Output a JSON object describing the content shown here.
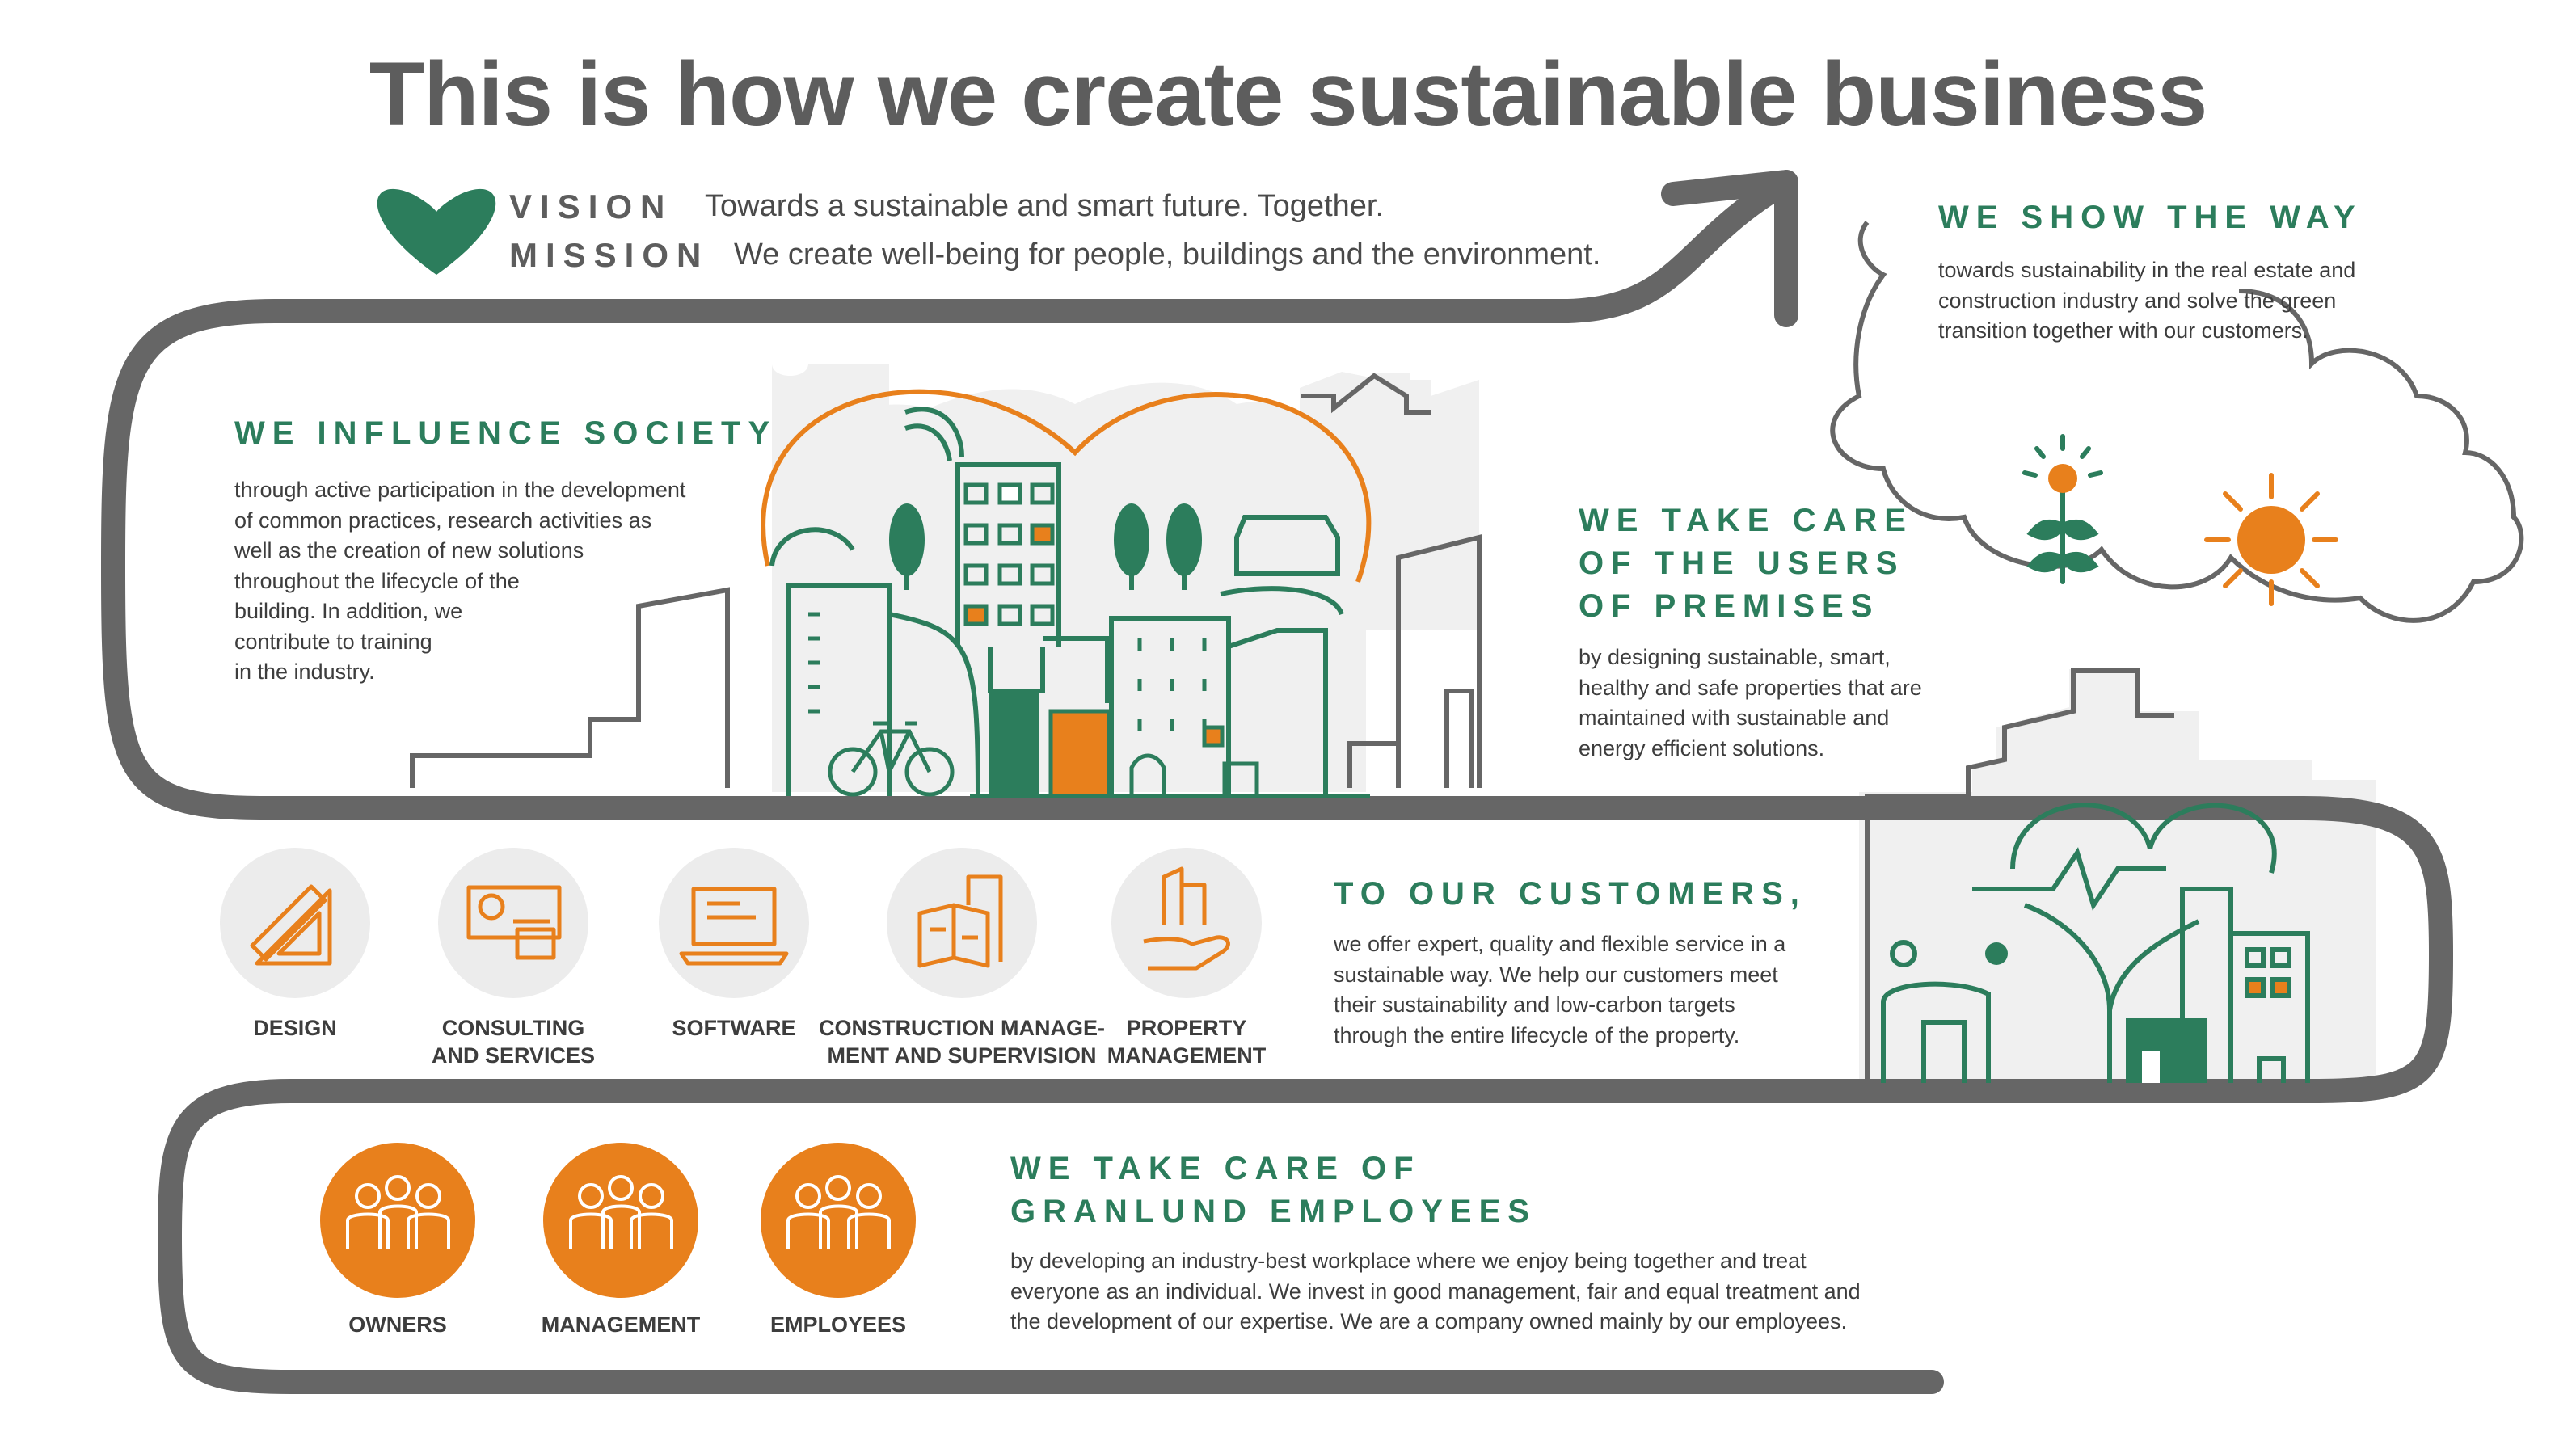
{
  "title": "This is how we create sustainable business",
  "vision": {
    "label": "VISION",
    "text": "Towards a sustainable and smart future. Together."
  },
  "mission": {
    "label": "MISSION",
    "text": "We create well-being for people, buildings and the environment."
  },
  "show_way": {
    "heading": "WE SHOW THE WAY",
    "body": [
      "towards sustainability in the real estate and",
      "construction industry and solve the green",
      "transition together with our customers."
    ]
  },
  "influence": {
    "heading": "WE INFLUENCE SOCIETY",
    "body": [
      "through active participation in the development",
      "of common practices, research activities as",
      "well as the creation of new solutions",
      "throughout the lifecycle of the",
      "building. In addition, we",
      "contribute to training",
      "in the industry."
    ]
  },
  "users": {
    "heading": [
      "WE TAKE CARE",
      "OF THE USERS",
      "OF PREMISES"
    ],
    "body": [
      "by designing sustainable, smart,",
      "healthy and safe properties that are",
      "maintained with sustainable and",
      "energy efficient solutions."
    ]
  },
  "customers": {
    "heading": "TO OUR CUSTOMERS,",
    "body": [
      "we offer expert, quality and flexible service in a",
      "sustainable way. We help our customers meet",
      "their sustainability and low-carbon targets",
      "through the entire lifecycle of the property."
    ]
  },
  "services": [
    {
      "icon": "ruler-triangle-icon",
      "label": [
        "DESIGN"
      ]
    },
    {
      "icon": "presentation-board-icon",
      "label": [
        "CONSULTING",
        "AND SERVICES"
      ]
    },
    {
      "icon": "laptop-icon",
      "label": [
        "SOFTWARE"
      ]
    },
    {
      "icon": "construction-plan-icon",
      "label": [
        "CONSTRUCTION MANAGE-",
        "MENT AND SUPERVISION"
      ]
    },
    {
      "icon": "hand-building-icon",
      "label": [
        "PROPERTY",
        "MANAGEMENT"
      ]
    }
  ],
  "employees": {
    "heading": [
      "WE TAKE CARE OF",
      "GRANLUND EMPLOYEES"
    ],
    "body": [
      "by developing an industry-best workplace where we enjoy being together and treat",
      "everyone as an individual. We invest in good management, fair and equal treatment and",
      "the development of our expertise. We are a company owned mainly by our employees."
    ]
  },
  "groups": [
    {
      "icon": "owners-group-icon",
      "label": "OWNERS"
    },
    {
      "icon": "management-group-icon",
      "label": "MANAGEMENT"
    },
    {
      "icon": "employees-group-icon",
      "label": "EMPLOYEES"
    }
  ],
  "colors": {
    "green": "#2c7d5c",
    "orange": "#e8801c",
    "path_gray": "#666666",
    "text_gray": "#5d5d5d",
    "light_gray": "#f0f0f0"
  }
}
